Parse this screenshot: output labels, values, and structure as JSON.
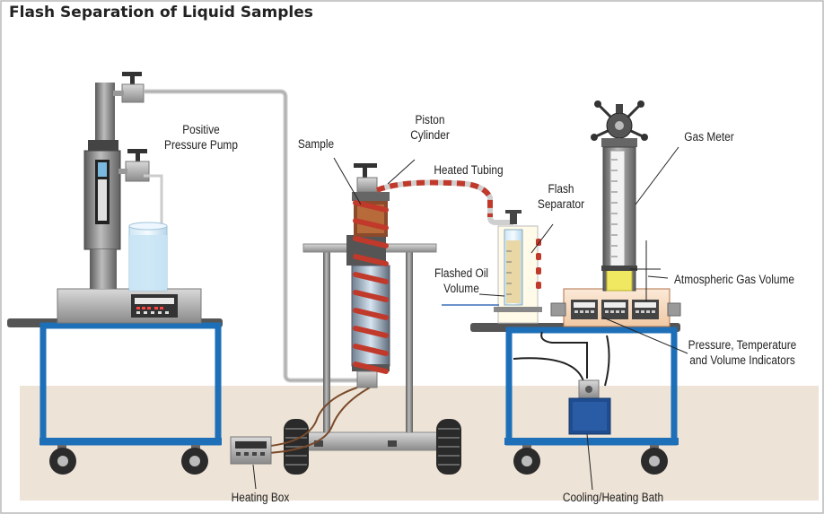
{
  "title": "Flash Separation of Liquid Samples",
  "labels": {
    "positive_pressure_pump": [
      "Positive",
      "Pressure Pump"
    ],
    "sample": "Sample",
    "piston_cylinder": [
      "Piston",
      "Cylinder"
    ],
    "heated_tubing": "Heated Tubing",
    "flash_separator": [
      "Flash",
      "Separator"
    ],
    "flashed_oil_volume": [
      "Flashed Oil",
      "Volume"
    ],
    "gas_meter": "Gas Meter",
    "atmospheric_gas_volume": "Atmospheric Gas Volume",
    "indicators": [
      "Pressure, Temperature",
      "and Volume Indicators"
    ],
    "heating_box": "Heating Box",
    "cooling_heating_bath": "Cooling/Heating Bath"
  },
  "colors": {
    "cart_blue": "#1d6fb8",
    "floor": "#ede3d6",
    "heating_coil": "#c0392b",
    "bath_blue": "#1f4c8f",
    "gas_meter_fill": "#f0e860",
    "sample_liquid": "#e9d8a6"
  }
}
